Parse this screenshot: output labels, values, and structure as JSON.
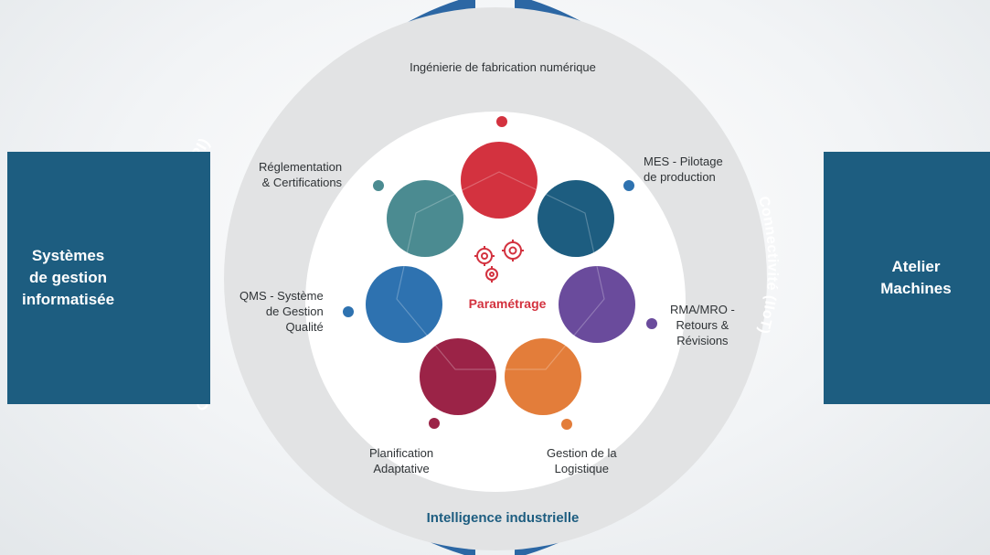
{
  "left_box": {
    "lines": [
      "Systèmes",
      "de gestion",
      "informatisée"
    ]
  },
  "right_box": {
    "lines": [
      "Atelier",
      "Machines"
    ]
  },
  "ring_left_text": "Connectivité (Aegis SOA/REST API)",
  "ring_right_text": "Connectivité (IIoT)",
  "center_label": "Paramétrage",
  "bottom_title": "Intelligence industrielle",
  "top_title": "Ingénierie de fabrication numérique",
  "modules": [
    {
      "id": "mes",
      "lines": [
        "MES - Pilotage",
        "de production"
      ],
      "color": "#1d5d80"
    },
    {
      "id": "rma",
      "lines": [
        "RMA/MRO -",
        "Retours &",
        "Révisions"
      ],
      "color": "#6a4b9c"
    },
    {
      "id": "logistique",
      "lines": [
        "Gestion de la",
        "Logistique"
      ],
      "color": "#e37d3a"
    },
    {
      "id": "planification",
      "lines": [
        "Planification",
        "Adaptative"
      ],
      "color": "#9b2347"
    },
    {
      "id": "qms",
      "lines": [
        "QMS - Système",
        "de Gestion",
        "Qualité"
      ],
      "color": "#2e72b0"
    },
    {
      "id": "reglementation",
      "lines": [
        "Réglementation",
        "& Certifications"
      ],
      "color": "#4b8b91"
    },
    {
      "id": "ingenierie",
      "lines": [],
      "color": "#d3323f"
    }
  ]
}
